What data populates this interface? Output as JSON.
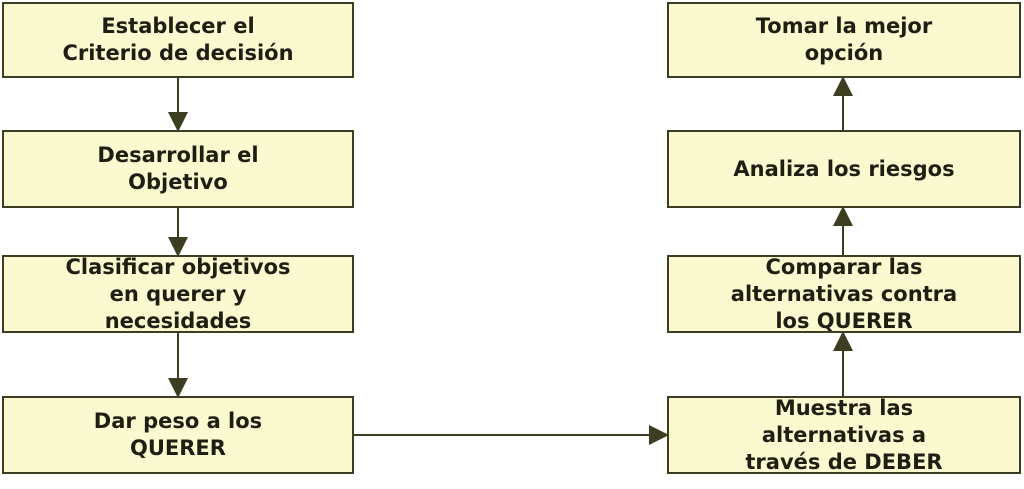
{
  "left_column": [
    {
      "label": "Establecer el\nCriterio de decisión"
    },
    {
      "label": "Desarrollar el\nObjetivo"
    },
    {
      "label": "Clasificar objetivos\nen querer y\nnecesidades"
    },
    {
      "label": "Dar peso a los\nQUERER"
    }
  ],
  "right_column": [
    {
      "label": "Tomar la mejor\nopción"
    },
    {
      "label": "Analiza los riesgos"
    },
    {
      "label": "Comparar las\nalternativas contra\nlos QUERER"
    },
    {
      "label": "Muestra las\nalternativas a\ntravés de DEBER"
    }
  ],
  "colors": {
    "fill": "#fbf9cf",
    "stroke": "#3d3d22"
  }
}
